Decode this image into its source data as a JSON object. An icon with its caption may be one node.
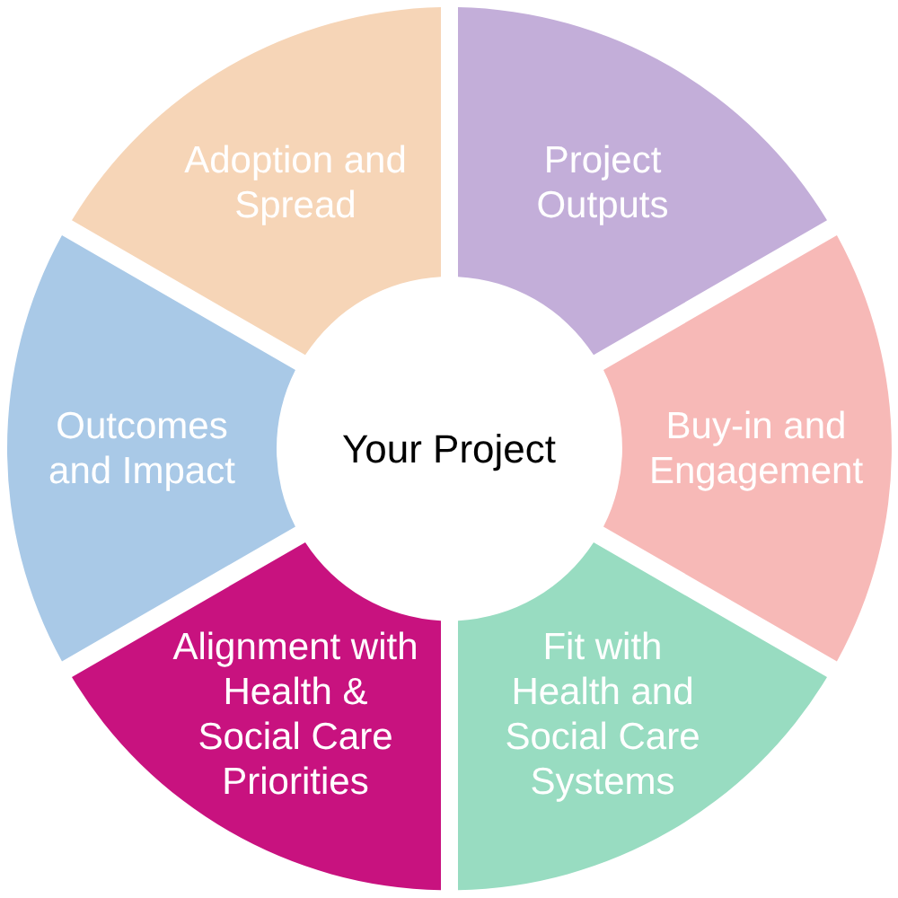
{
  "diagram": {
    "nodes": [
      {
        "text": [
          "Your Project"
        ]
      },
      {
        "text": [
          "Project Outputs"
        ]
      },
      {
        "text": [
          "Buy-in and Engagement"
        ]
      },
      {
        "text": [
          "Fit with Health and Social Care Systems"
        ]
      },
      {
        "text": [
          "Alignment with Health & Social Care Priorities"
        ]
      },
      {
        "text": [
          "Outcomes and Impact"
        ]
      },
      {
        "text": [
          "Adoption and Spread"
        ]
      }
    ]
  }
}
